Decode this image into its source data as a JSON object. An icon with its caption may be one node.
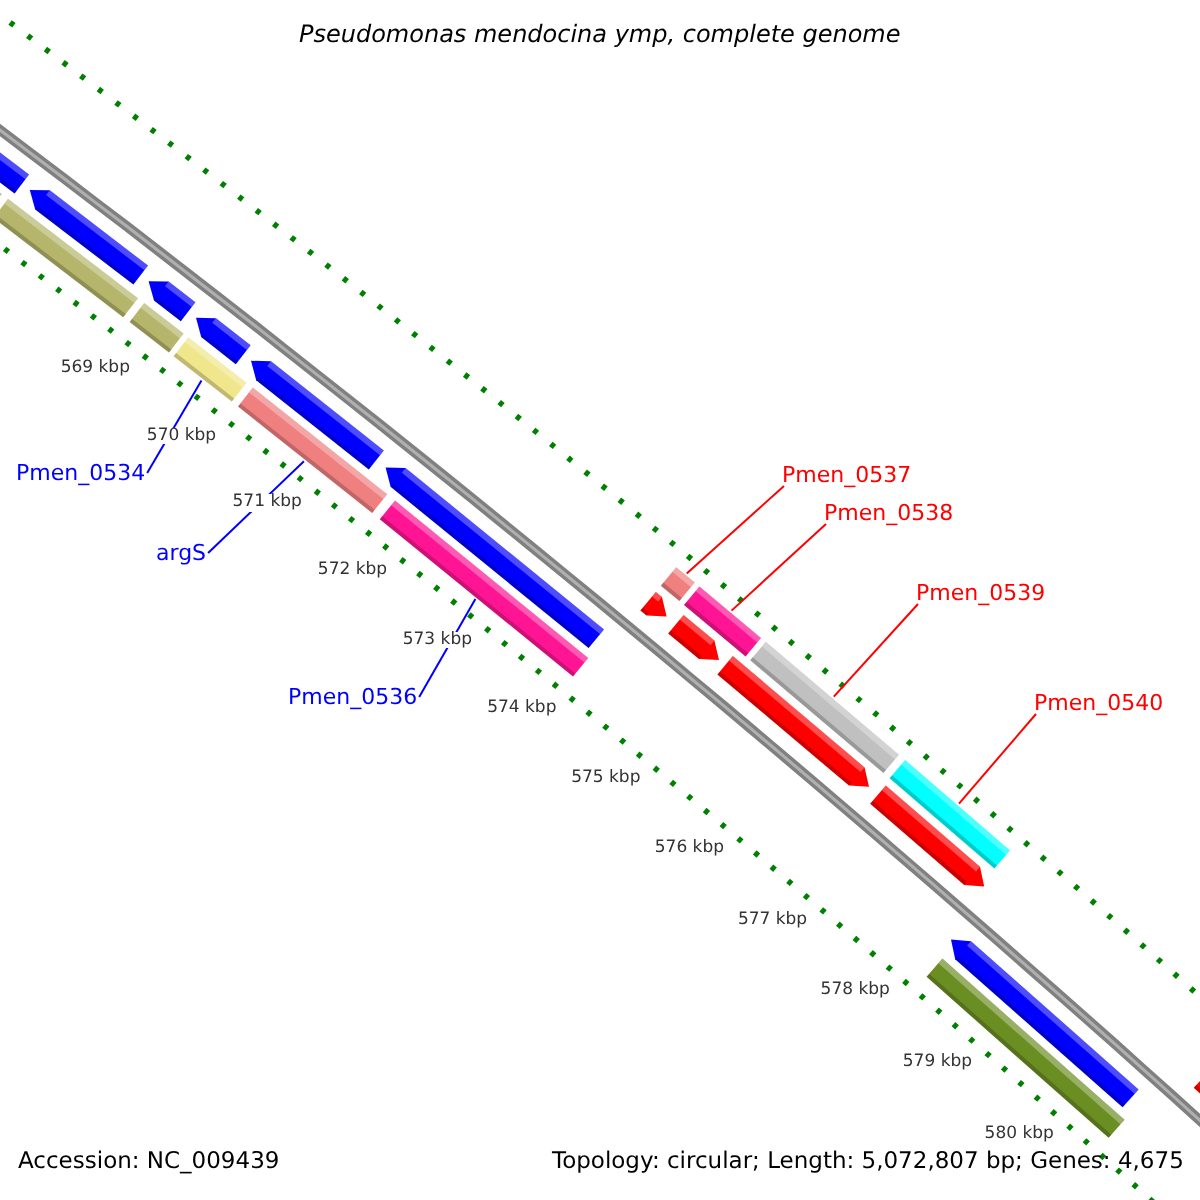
{
  "diagram": {
    "title": "Pseudomonas mendocina ymp, complete genome",
    "nodes": [
      {
        "text": [
          "Pmen_0534"
        ]
      },
      {
        "text": [],
        "shape": "bar"
      },
      {
        "text": [
          "argS"
        ]
      },
      {
        "text": [],
        "shape": "bar"
      },
      {
        "text": [
          "Pmen_0536"
        ]
      },
      {
        "text": [],
        "shape": "bar"
      },
      {
        "text": [
          "Pmen_0537"
        ]
      },
      {
        "text": [],
        "shape": "bar"
      },
      {
        "text": [
          "Pmen_0538"
        ]
      },
      {
        "text": [],
        "shape": "bar"
      },
      {
        "text": [
          "Pmen_0539"
        ]
      },
      {
        "text": [],
        "shape": "bar"
      },
      {
        "text": [
          "Pmen_0540"
        ]
      },
      {
        "text": [],
        "shape": "bar"
      }
    ],
    "edges": [
      {
        "from": 0,
        "to": 1,
        "arrow": "none",
        "color": "#0000ff"
      },
      {
        "from": 2,
        "to": 3,
        "arrow": "none",
        "color": "#0000ff"
      },
      {
        "from": 4,
        "to": 5,
        "arrow": "none",
        "color": "#0000ff"
      },
      {
        "from": 6,
        "to": 7,
        "arrow": "none"
      },
      {
        "from": 8,
        "to": 9,
        "arrow": "none"
      },
      {
        "from": 10,
        "to": 11,
        "arrow": "none"
      },
      {
        "from": 12,
        "to": 13,
        "arrow": "none"
      }
    ],
    "labels": [
      "569 kbp",
      "570 kbp",
      "571 kbp",
      "572 kbp",
      "573 kbp",
      "574 kbp",
      "575 kbp",
      "576 kbp",
      "577 kbp",
      "578 kbp",
      "579 kbp",
      "580 kbp",
      "Accession: NC_009439",
      "Topology: circular; Length: 5,072,807 bp; Genes: 4,675"
    ]
  }
}
